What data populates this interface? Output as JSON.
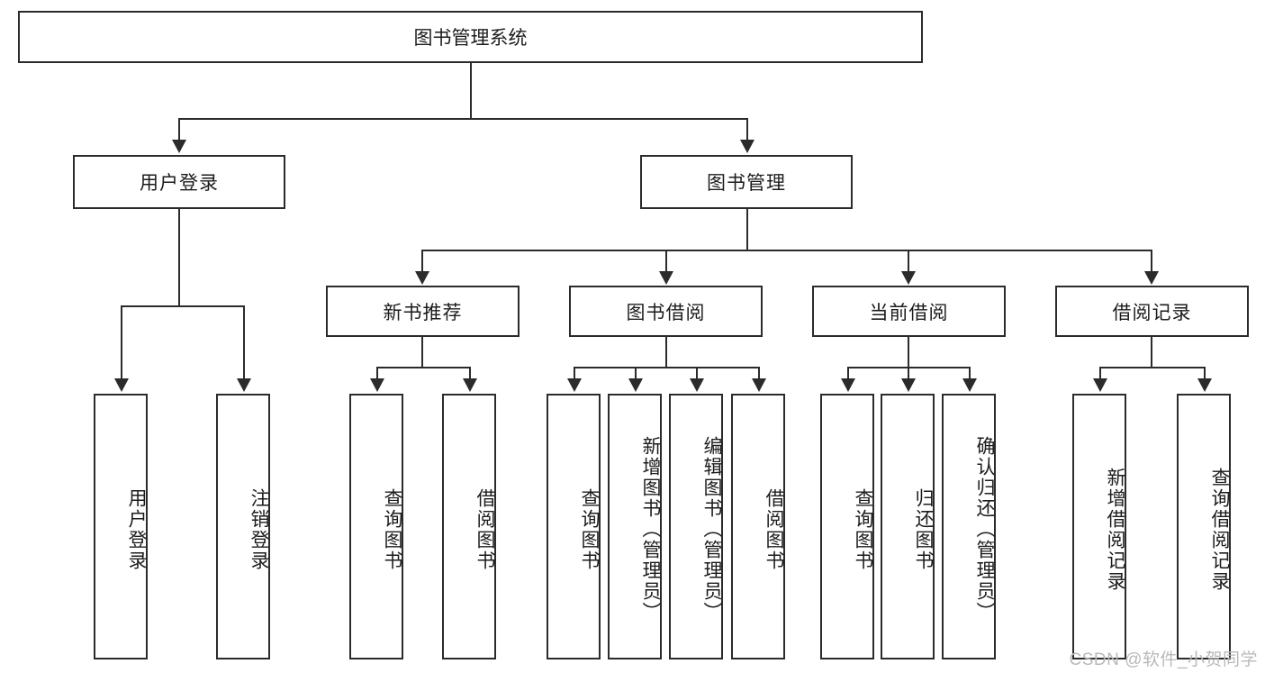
{
  "diagram": {
    "type": "tree-hierarchy-chart",
    "title": "图书管理系统",
    "watermark": "CSDN @软件_小贺同学",
    "colors": {
      "box_border": "#2b2b2b",
      "box_fill": "#ffffff",
      "connector": "#2b2b2b",
      "text": "#1c1c1c",
      "watermark": "#b9b9b9",
      "background": "#ffffff"
    },
    "root": {
      "label": "图书管理系统"
    },
    "level2": [
      {
        "id": "user-login",
        "label": "用户登录"
      },
      {
        "id": "book-manage",
        "label": "图书管理"
      }
    ],
    "level3": [
      {
        "id": "new-book-recommend",
        "label": "新书推荐"
      },
      {
        "id": "book-borrow",
        "label": "图书借阅"
      },
      {
        "id": "current-borrow",
        "label": "当前借阅"
      },
      {
        "id": "borrow-record",
        "label": "借阅记录"
      }
    ],
    "leaves": [
      {
        "id": "leaf-user-login",
        "label": "用户登录",
        "parent": "user-login"
      },
      {
        "id": "leaf-logout",
        "label": "注销登录",
        "parent": "user-login"
      },
      {
        "id": "leaf-query-book-1",
        "label": "查询图书",
        "parent": "new-book-recommend"
      },
      {
        "id": "leaf-borrow-book-1",
        "label": "借阅图书",
        "parent": "new-book-recommend"
      },
      {
        "id": "leaf-query-book-2",
        "label": "查询图书",
        "parent": "book-borrow"
      },
      {
        "id": "leaf-add-book",
        "label": "新增图书（管理员）",
        "parent": "book-borrow"
      },
      {
        "id": "leaf-edit-book",
        "label": "编辑图书（管理员）",
        "parent": "book-borrow"
      },
      {
        "id": "leaf-borrow-book-2",
        "label": "借阅图书",
        "parent": "book-borrow"
      },
      {
        "id": "leaf-query-book-3",
        "label": "查询图书",
        "parent": "current-borrow"
      },
      {
        "id": "leaf-return-book",
        "label": "归还图书",
        "parent": "current-borrow"
      },
      {
        "id": "leaf-confirm-return",
        "label": "确认归还（管理员）",
        "parent": "current-borrow"
      },
      {
        "id": "leaf-add-record",
        "label": "新增借阅记录",
        "parent": "borrow-record"
      },
      {
        "id": "leaf-query-record",
        "label": "查询借阅记录",
        "parent": "borrow-record"
      }
    ]
  }
}
